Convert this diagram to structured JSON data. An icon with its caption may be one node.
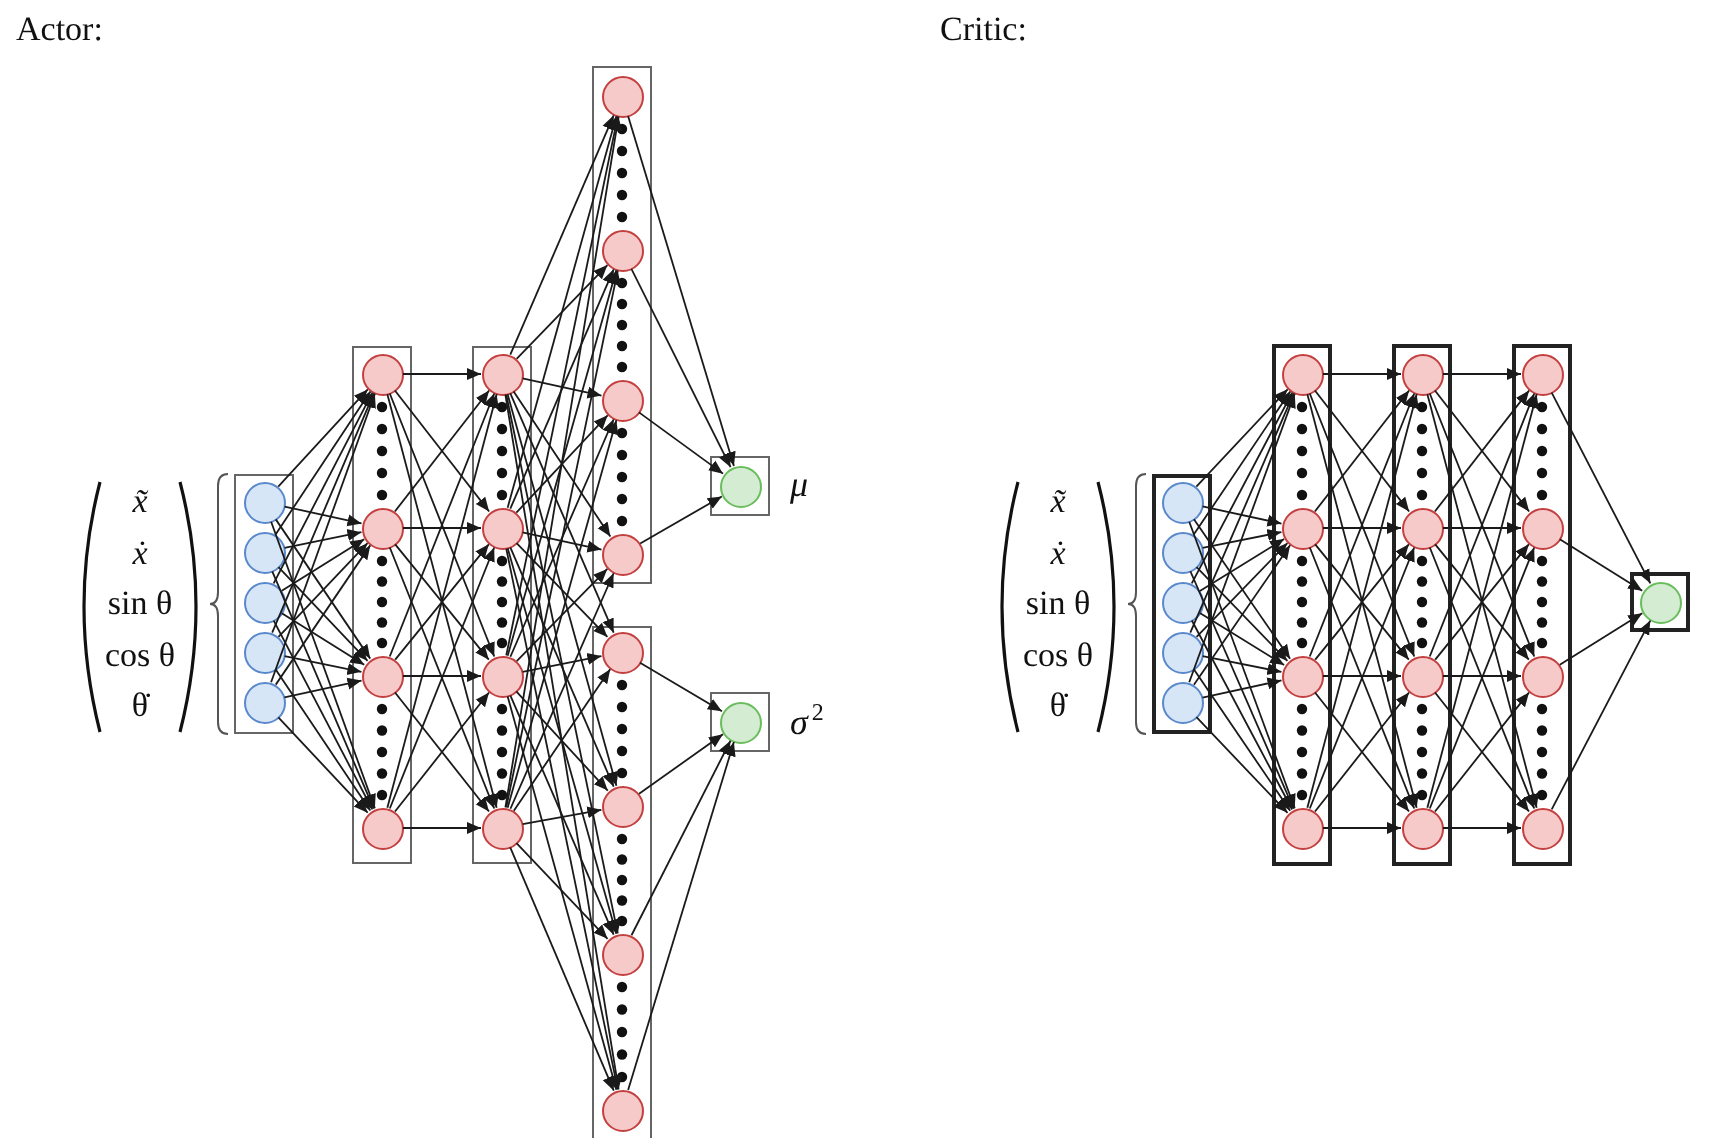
{
  "diagram": {
    "nodes": [
      {
        "text": [],
        "shape": "box"
      },
      {
        "text": [],
        "shape": "circle",
        "in": 0
      },
      {
        "text": [],
        "shape": "circle",
        "in": 0
      },
      {
        "text": [],
        "shape": "circle",
        "in": 0
      },
      {
        "text": [],
        "shape": "circle",
        "in": 0
      },
      {
        "text": [],
        "shape": "circle",
        "in": 0
      },
      {
        "text": [],
        "shape": "box"
      },
      {
        "text": [],
        "shape": "circle",
        "in": 6
      },
      {
        "text": [],
        "shape": "circle",
        "in": 6
      },
      {
        "text": [],
        "shape": "circle",
        "in": 6
      },
      {
        "text": [],
        "shape": "circle",
        "in": 6
      },
      {
        "text": [],
        "shape": "box"
      },
      {
        "text": [],
        "shape": "circle",
        "in": 11
      },
      {
        "text": [],
        "shape": "circle",
        "in": 11
      },
      {
        "text": [],
        "shape": "circle",
        "in": 11
      },
      {
        "text": [],
        "shape": "circle",
        "in": 11
      },
      {
        "text": [],
        "shape": "box"
      },
      {
        "text": [],
        "shape": "circle",
        "in": 16
      },
      {
        "text": [],
        "shape": "circle",
        "in": 16
      },
      {
        "text": [],
        "shape": "circle",
        "in": 16
      },
      {
        "text": [],
        "shape": "circle",
        "in": 16
      },
      {
        "text": [],
        "shape": "box"
      },
      {
        "text": [],
        "shape": "circle",
        "in": 21
      },
      {
        "text": [],
        "shape": "circle",
        "in": 21
      },
      {
        "text": [],
        "shape": "circle",
        "in": 21
      },
      {
        "text": [],
        "shape": "circle",
        "in": 21
      },
      {
        "text": [],
        "shape": "box",
        "beside": [
          "μ"
        ]
      },
      {
        "text": [],
        "shape": "circle",
        "in": 26
      },
      {
        "text": [],
        "shape": "box",
        "beside": [
          "σ$^{2}$"
        ]
      },
      {
        "text": [],
        "shape": "circle",
        "in": 28
      },
      {
        "text": [],
        "shape": "box"
      },
      {
        "text": [],
        "shape": "circle",
        "in": 30
      },
      {
        "text": [],
        "shape": "circle",
        "in": 30
      },
      {
        "text": [],
        "shape": "circle",
        "in": 30
      },
      {
        "text": [],
        "shape": "circle",
        "in": 30
      },
      {
        "text": [],
        "shape": "circle",
        "in": 30
      },
      {
        "text": [],
        "shape": "box"
      },
      {
        "text": [],
        "shape": "circle",
        "in": 36
      },
      {
        "text": [],
        "shape": "circle",
        "in": 36
      },
      {
        "text": [],
        "shape": "circle",
        "in": 36
      },
      {
        "text": [],
        "shape": "circle",
        "in": 36
      },
      {
        "text": [],
        "shape": "box"
      },
      {
        "text": [],
        "shape": "circle",
        "in": 41
      },
      {
        "text": [],
        "shape": "circle",
        "in": 41
      },
      {
        "text": [],
        "shape": "circle",
        "in": 41
      },
      {
        "text": [],
        "shape": "circle",
        "in": 41
      },
      {
        "text": [],
        "shape": "box"
      },
      {
        "text": [],
        "shape": "circle",
        "in": 46
      },
      {
        "text": [],
        "shape": "circle",
        "in": 46
      },
      {
        "text": [],
        "shape": "circle",
        "in": 46
      },
      {
        "text": [],
        "shape": "circle",
        "in": 46
      },
      {
        "text": [],
        "shape": "box"
      },
      {
        "text": [],
        "shape": "circle",
        "in": 51
      }
    ],
    "edges": [
      {
        "from": 1,
        "to": 7,
        "arrow": "to"
      },
      {
        "from": 1,
        "to": 8,
        "arrow": "to"
      },
      {
        "from": 1,
        "to": 9,
        "arrow": "to"
      },
      {
        "from": 1,
        "to": 10,
        "arrow": "to"
      },
      {
        "from": 2,
        "to": 7,
        "arrow": "to"
      },
      {
        "from": 2,
        "to": 8,
        "arrow": "to"
      },
      {
        "from": 2,
        "to": 9,
        "arrow": "to"
      },
      {
        "from": 2,
        "to": 10,
        "arrow": "to"
      },
      {
        "from": 3,
        "to": 7,
        "arrow": "to"
      },
      {
        "from": 3,
        "to": 8,
        "arrow": "to"
      },
      {
        "from": 3,
        "to": 9,
        "arrow": "to"
      },
      {
        "from": 3,
        "to": 10,
        "arrow": "to"
      },
      {
        "from": 4,
        "to": 7,
        "arrow": "to"
      },
      {
        "from": 4,
        "to": 8,
        "arrow": "to"
      },
      {
        "from": 4,
        "to": 9,
        "arrow": "to"
      },
      {
        "from": 4,
        "to": 10,
        "arrow": "to"
      },
      {
        "from": 5,
        "to": 7,
        "arrow": "to"
      },
      {
        "from": 5,
        "to": 8,
        "arrow": "to"
      },
      {
        "from": 5,
        "to": 9,
        "arrow": "to"
      },
      {
        "from": 5,
        "to": 10,
        "arrow": "to"
      },
      {
        "from": 7,
        "to": 12,
        "arrow": "to"
      },
      {
        "from": 7,
        "to": 13,
        "arrow": "to"
      },
      {
        "from": 7,
        "to": 14,
        "arrow": "to"
      },
      {
        "from": 7,
        "to": 15,
        "arrow": "to"
      },
      {
        "from": 8,
        "to": 12,
        "arrow": "to"
      },
      {
        "from": 8,
        "to": 13,
        "arrow": "to"
      },
      {
        "from": 8,
        "to": 14,
        "arrow": "to"
      },
      {
        "from": 8,
        "to": 15,
        "arrow": "to"
      },
      {
        "from": 9,
        "to": 12,
        "arrow": "to"
      },
      {
        "from": 9,
        "to": 13,
        "arrow": "to"
      },
      {
        "from": 9,
        "to": 14,
        "arrow": "to"
      },
      {
        "from": 9,
        "to": 15,
        "arrow": "to"
      },
      {
        "from": 10,
        "to": 12,
        "arrow": "to"
      },
      {
        "from": 10,
        "to": 13,
        "arrow": "to"
      },
      {
        "from": 10,
        "to": 14,
        "arrow": "to"
      },
      {
        "from": 10,
        "to": 15,
        "arrow": "to"
      },
      {
        "from": 12,
        "to": 17,
        "arrow": "to"
      },
      {
        "from": 12,
        "to": 18,
        "arrow": "to"
      },
      {
        "from": 12,
        "to": 19,
        "arrow": "to"
      },
      {
        "from": 12,
        "to": 20,
        "arrow": "to"
      },
      {
        "from": 13,
        "to": 17,
        "arrow": "to"
      },
      {
        "from": 13,
        "to": 18,
        "arrow": "to"
      },
      {
        "from": 13,
        "to": 19,
        "arrow": "to"
      },
      {
        "from": 13,
        "to": 20,
        "arrow": "to"
      },
      {
        "from": 14,
        "to": 17,
        "arrow": "to"
      },
      {
        "from": 14,
        "to": 18,
        "arrow": "to"
      },
      {
        "from": 14,
        "to": 19,
        "arrow": "to"
      },
      {
        "from": 14,
        "to": 20,
        "arrow": "to"
      },
      {
        "from": 15,
        "to": 17,
        "arrow": "to"
      },
      {
        "from": 15,
        "to": 18,
        "arrow": "to"
      },
      {
        "from": 15,
        "to": 19,
        "arrow": "to"
      },
      {
        "from": 15,
        "to": 20,
        "arrow": "to"
      },
      {
        "from": 12,
        "to": 22,
        "arrow": "to"
      },
      {
        "from": 12,
        "to": 23,
        "arrow": "to"
      },
      {
        "from": 12,
        "to": 24,
        "arrow": "to"
      },
      {
        "from": 12,
        "to": 25,
        "arrow": "to"
      },
      {
        "from": 13,
        "to": 22,
        "arrow": "to"
      },
      {
        "from": 13,
        "to": 23,
        "arrow": "to"
      },
      {
        "from": 13,
        "to": 24,
        "arrow": "to"
      },
      {
        "from": 13,
        "to": 25,
        "arrow": "to"
      },
      {
        "from": 14,
        "to": 22,
        "arrow": "to"
      },
      {
        "from": 14,
        "to": 23,
        "arrow": "to"
      },
      {
        "from": 14,
        "to": 24,
        "arrow": "to"
      },
      {
        "from": 14,
        "to": 25,
        "arrow": "to"
      },
      {
        "from": 15,
        "to": 22,
        "arrow": "to"
      },
      {
        "from": 15,
        "to": 23,
        "arrow": "to"
      },
      {
        "from": 15,
        "to": 24,
        "arrow": "to"
      },
      {
        "from": 15,
        "to": 25,
        "arrow": "to"
      },
      {
        "from": 17,
        "to": 27,
        "arrow": "to"
      },
      {
        "from": 18,
        "to": 27,
        "arrow": "to"
      },
      {
        "from": 19,
        "to": 27,
        "arrow": "to"
      },
      {
        "from": 20,
        "to": 27,
        "arrow": "to"
      },
      {
        "from": 22,
        "to": 29,
        "arrow": "to"
      },
      {
        "from": 23,
        "to": 29,
        "arrow": "to"
      },
      {
        "from": 24,
        "to": 29,
        "arrow": "to"
      },
      {
        "from": 25,
        "to": 29,
        "arrow": "to"
      },
      {
        "from": 31,
        "to": 37,
        "arrow": "to"
      },
      {
        "from": 31,
        "to": 38,
        "arrow": "to"
      },
      {
        "from": 31,
        "to": 39,
        "arrow": "to"
      },
      {
        "from": 31,
        "to": 40,
        "arrow": "to"
      },
      {
        "from": 32,
        "to": 37,
        "arrow": "to"
      },
      {
        "from": 32,
        "to": 38,
        "arrow": "to"
      },
      {
        "from": 32,
        "to": 39,
        "arrow": "to"
      },
      {
        "from": 32,
        "to": 40,
        "arrow": "to"
      },
      {
        "from": 33,
        "to": 37,
        "arrow": "to"
      },
      {
        "from": 33,
        "to": 38,
        "arrow": "to"
      },
      {
        "from": 33,
        "to": 39,
        "arrow": "to"
      },
      {
        "from": 33,
        "to": 40,
        "arrow": "to"
      },
      {
        "from": 34,
        "to": 37,
        "arrow": "to"
      },
      {
        "from": 34,
        "to": 38,
        "arrow": "to"
      },
      {
        "from": 34,
        "to": 39,
        "arrow": "to"
      },
      {
        "from": 34,
        "to": 40,
        "arrow": "to"
      },
      {
        "from": 35,
        "to": 37,
        "arrow": "to"
      },
      {
        "from": 35,
        "to": 38,
        "arrow": "to"
      },
      {
        "from": 35,
        "to": 39,
        "arrow": "to"
      },
      {
        "from": 35,
        "to": 40,
        "arrow": "to"
      },
      {
        "from": 37,
        "to": 42,
        "arrow": "to"
      },
      {
        "from": 37,
        "to": 43,
        "arrow": "to"
      },
      {
        "from": 37,
        "to": 44,
        "arrow": "to"
      },
      {
        "from": 37,
        "to": 45,
        "arrow": "to"
      },
      {
        "from": 38,
        "to": 42,
        "arrow": "to"
      },
      {
        "from": 38,
        "to": 43,
        "arrow": "to"
      },
      {
        "from": 38,
        "to": 44,
        "arrow": "to"
      },
      {
        "from": 38,
        "to": 45,
        "arrow": "to"
      },
      {
        "from": 39,
        "to": 42,
        "arrow": "to"
      },
      {
        "from": 39,
        "to": 43,
        "arrow": "to"
      },
      {
        "from": 39,
        "to": 44,
        "arrow": "to"
      },
      {
        "from": 39,
        "to": 45,
        "arrow": "to"
      },
      {
        "from": 40,
        "to": 42,
        "arrow": "to"
      },
      {
        "from": 40,
        "to": 43,
        "arrow": "to"
      },
      {
        "from": 40,
        "to": 44,
        "arrow": "to"
      },
      {
        "from": 40,
        "to": 45,
        "arrow": "to"
      },
      {
        "from": 42,
        "to": 47,
        "arrow": "to"
      },
      {
        "from": 42,
        "to": 48,
        "arrow": "to"
      },
      {
        "from": 42,
        "to": 49,
        "arrow": "to"
      },
      {
        "from": 42,
        "to": 50,
        "arrow": "to"
      },
      {
        "from": 43,
        "to": 47,
        "arrow": "to"
      },
      {
        "from": 43,
        "to": 48,
        "arrow": "to"
      },
      {
        "from": 43,
        "to": 49,
        "arrow": "to"
      },
      {
        "from": 43,
        "to": 50,
        "arrow": "to"
      },
      {
        "from": 44,
        "to": 47,
        "arrow": "to"
      },
      {
        "from": 44,
        "to": 48,
        "arrow": "to"
      },
      {
        "from": 44,
        "to": 49,
        "arrow": "to"
      },
      {
        "from": 44,
        "to": 50,
        "arrow": "to"
      },
      {
        "from": 45,
        "to": 47,
        "arrow": "to"
      },
      {
        "from": 45,
        "to": 48,
        "arrow": "to"
      },
      {
        "from": 45,
        "to": 49,
        "arrow": "to"
      },
      {
        "from": 45,
        "to": 50,
        "arrow": "to"
      },
      {
        "from": 47,
        "to": 52,
        "arrow": "to"
      },
      {
        "from": 48,
        "to": 52,
        "arrow": "to"
      },
      {
        "from": 49,
        "to": 52,
        "arrow": "to"
      },
      {
        "from": 50,
        "to": 52,
        "arrow": "to"
      }
    ],
    "labels": [
      "Actor:",
      "Critic:",
      "x̃",
      "ẋ",
      "sin θ",
      "cos θ",
      "θ̇",
      "x̃",
      "ẋ",
      "sin θ",
      "cos θ",
      "θ̇"
    ]
  }
}
